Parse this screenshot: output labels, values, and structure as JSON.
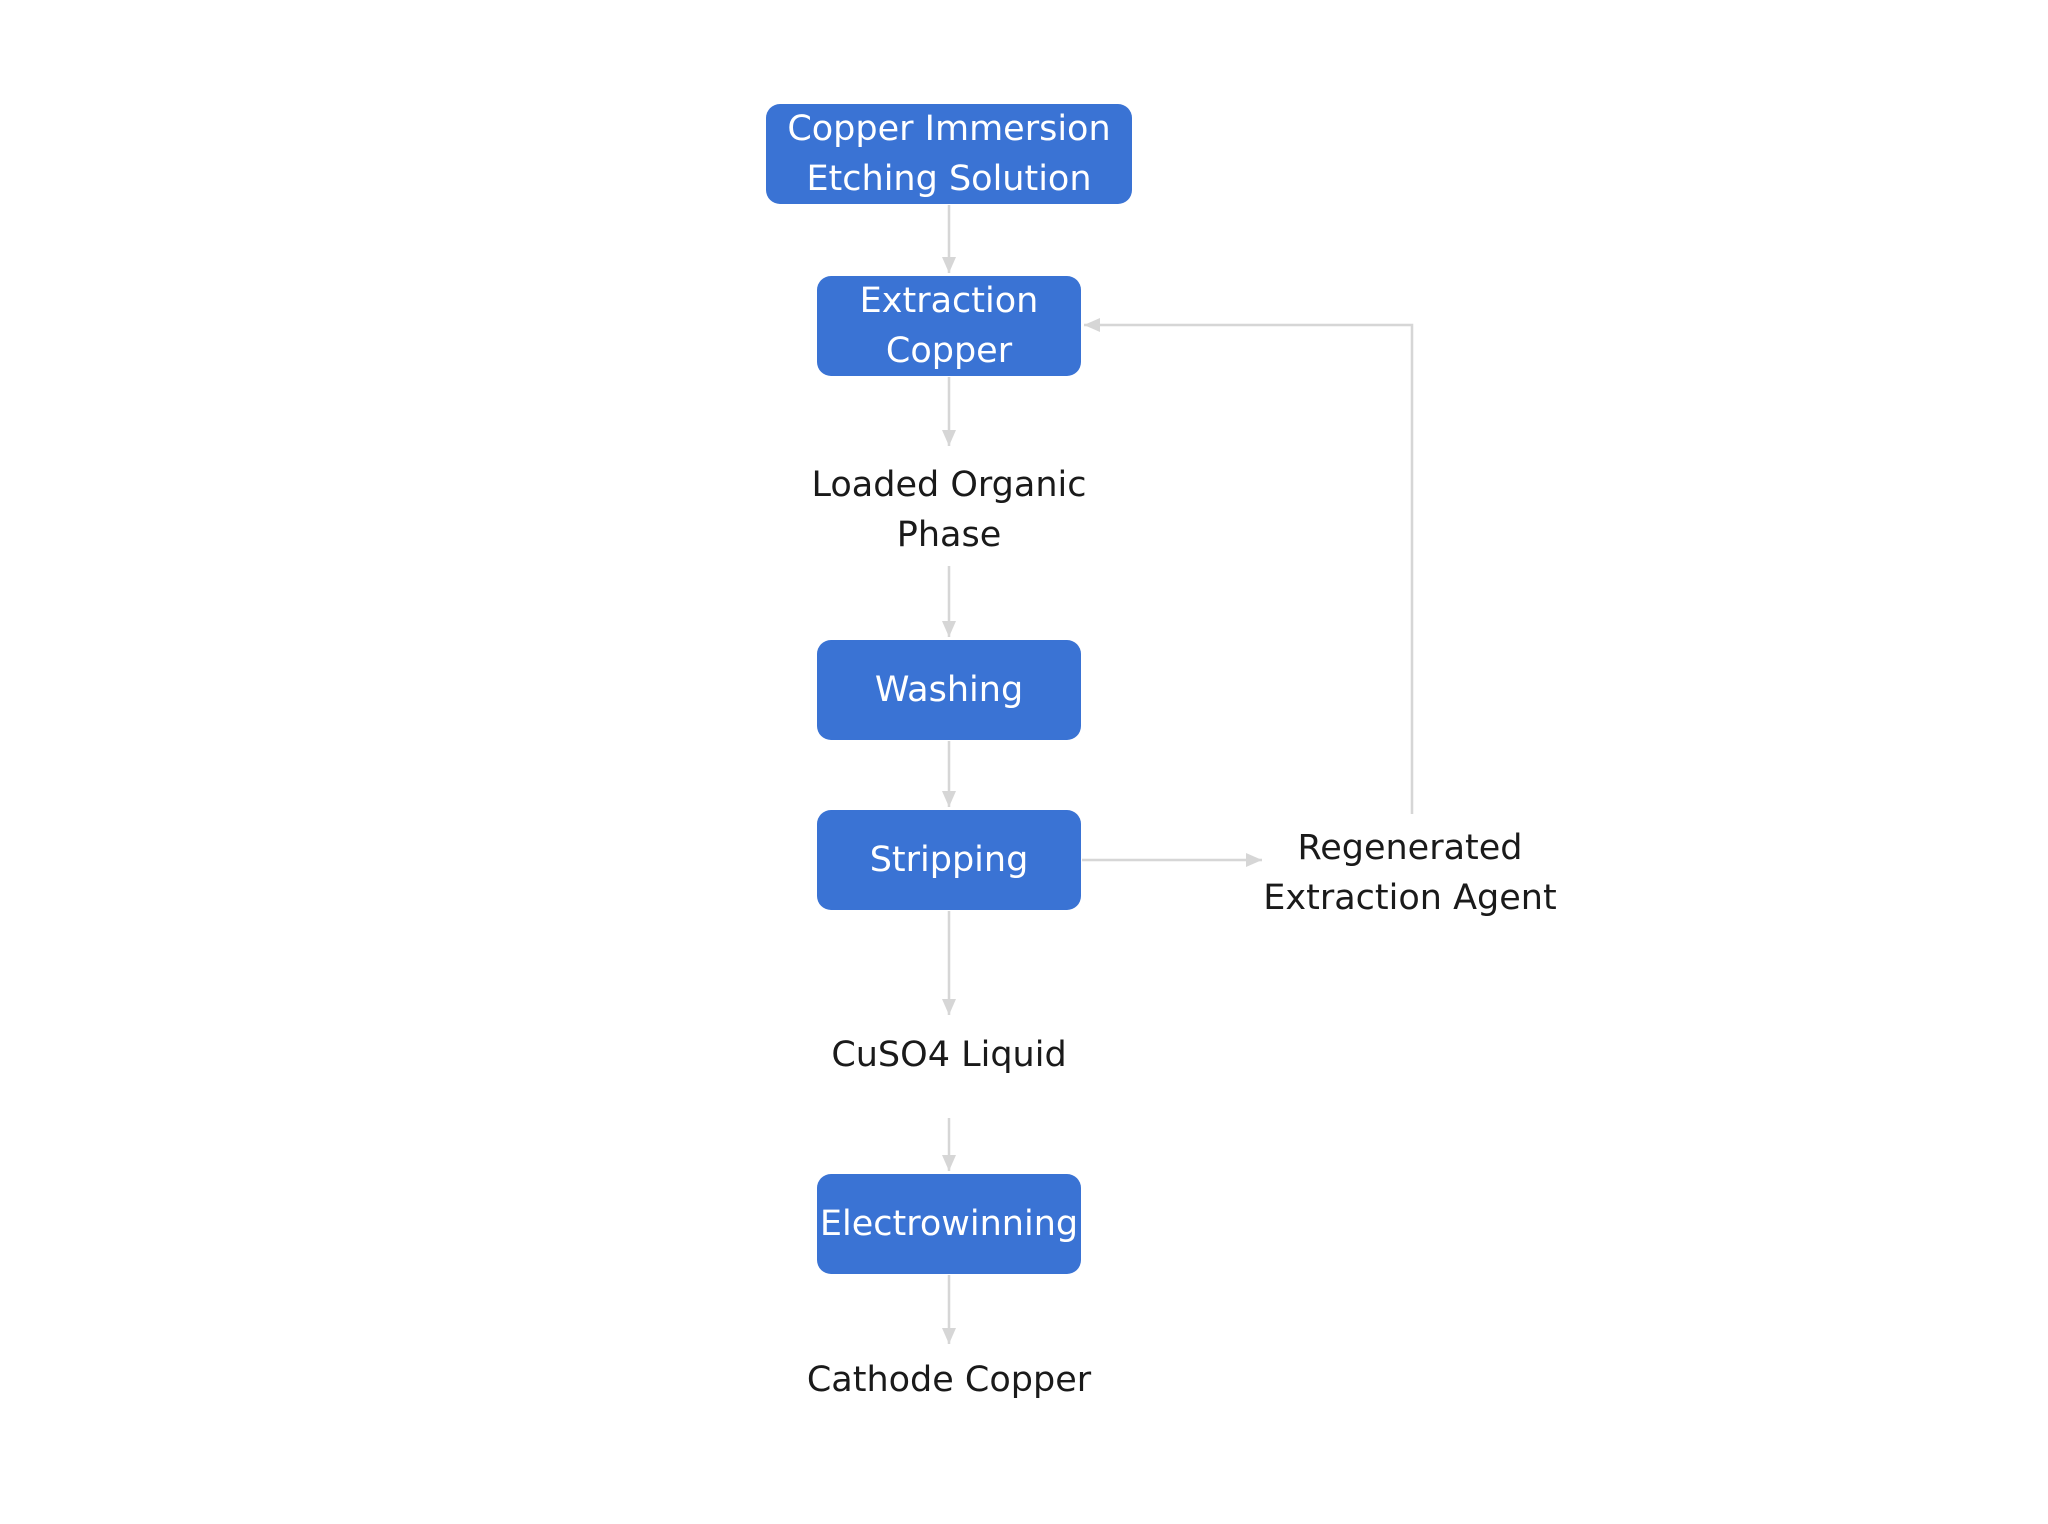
{
  "diagram": {
    "nodes": [
      {
        "id": "copper-immersion-etching-solution",
        "text": "Copper Immersion\nEtching Solution",
        "kind": "process"
      },
      {
        "id": "extraction-copper",
        "text": "Extraction\nCopper",
        "kind": "process"
      },
      {
        "id": "loaded-organic-phase",
        "text": "Loaded Organic\nPhase",
        "kind": "label"
      },
      {
        "id": "washing",
        "text": "Washing",
        "kind": "process"
      },
      {
        "id": "stripping",
        "text": "Stripping",
        "kind": "process"
      },
      {
        "id": "regenerated-extraction-agent",
        "text": "Regenerated\nExtraction Agent",
        "kind": "label"
      },
      {
        "id": "cuso4-liquid",
        "text": "CuSO4 Liquid",
        "kind": "label"
      },
      {
        "id": "electrowinning",
        "text": "Electrowinning",
        "kind": "process"
      },
      {
        "id": "cathode-copper",
        "text": "Cathode Copper",
        "kind": "label"
      }
    ],
    "edges": [
      {
        "from": "copper-immersion-etching-solution",
        "to": "extraction-copper"
      },
      {
        "from": "extraction-copper",
        "to": "loaded-organic-phase"
      },
      {
        "from": "loaded-organic-phase",
        "to": "washing"
      },
      {
        "from": "washing",
        "to": "stripping"
      },
      {
        "from": "stripping",
        "to": "regenerated-extraction-agent"
      },
      {
        "from": "regenerated-extraction-agent",
        "to": "extraction-copper"
      },
      {
        "from": "stripping",
        "to": "cuso4-liquid"
      },
      {
        "from": "cuso4-liquid",
        "to": "electrowinning"
      },
      {
        "from": "electrowinning",
        "to": "cathode-copper"
      }
    ],
    "colors": {
      "process_fill": "#3a73d4",
      "process_text": "#ffffff",
      "label_text": "#1a1a1a",
      "connector": "#d6d6d6",
      "background": "#ffffff"
    }
  }
}
